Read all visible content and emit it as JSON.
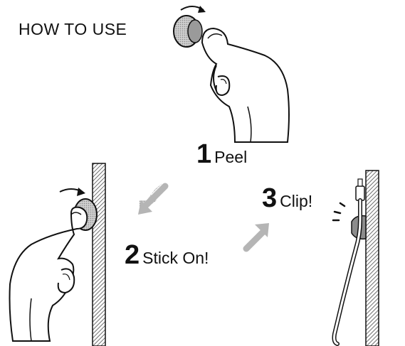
{
  "title": "HOW TO USE",
  "steps": [
    {
      "number": "1",
      "label": "Peel"
    },
    {
      "number": "2",
      "label": "Stick On!"
    },
    {
      "number": "3",
      "label": "Clip!"
    }
  ],
  "colors": {
    "ink": "#111111",
    "wall_hatch": "#6e6e6e",
    "arrow_fill": "#c8c8c8",
    "clip_fill": "#8c8c8c"
  },
  "icons": [
    "rotate-arrow-icon",
    "diagonal-arrow-icon",
    "hand-illustration",
    "wall-illustration",
    "cable-illustration"
  ]
}
